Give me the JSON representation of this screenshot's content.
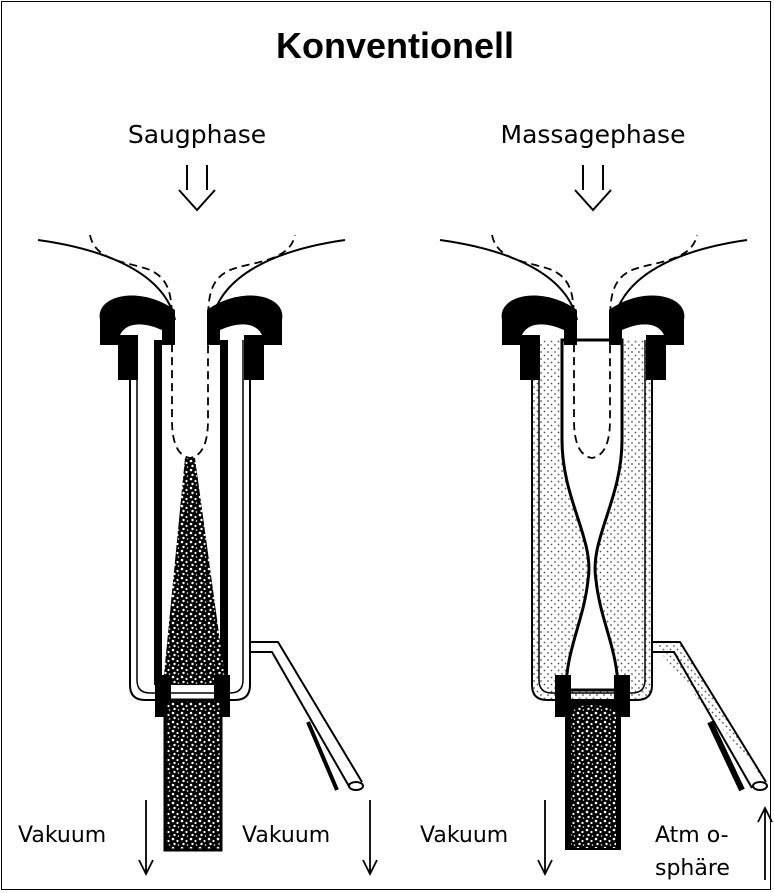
{
  "title": "Konventionell",
  "phases": {
    "suction": "Saugphase",
    "massage": "Massagephase"
  },
  "labels": {
    "left_vacuum_1": "Vakuum",
    "left_vacuum_2": "Vakuum",
    "right_vacuum": "Vakuum",
    "atmo_line1": "Atm o-",
    "atmo_line2": "sphäre"
  }
}
